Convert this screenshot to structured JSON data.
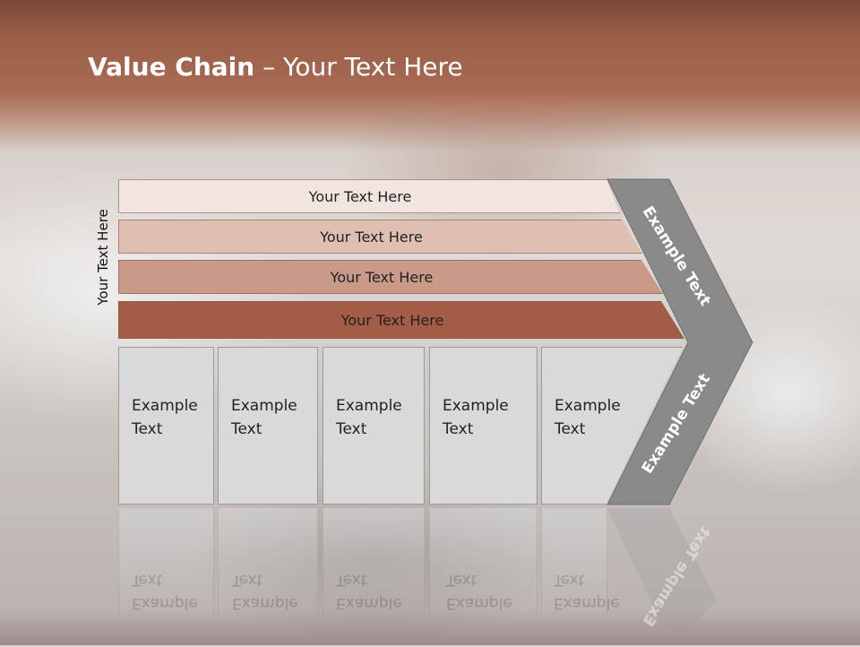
{
  "title": {
    "bold": "Value Chain",
    "rest": " – Your Text Here"
  },
  "side_label": "Your Text Here",
  "rows": [
    {
      "label": "Your Text Here",
      "fill": "#f2e4df"
    },
    {
      "label": "Your Text Here",
      "fill": "#e0bfb3"
    },
    {
      "label": "Your Text Here",
      "fill": "#c99a88"
    },
    {
      "label": "Your Text Here",
      "fill": "#a35c46"
    }
  ],
  "columns": [
    {
      "line1": "Example",
      "line2": "Text"
    },
    {
      "line1": "Example",
      "line2": "Text"
    },
    {
      "line1": "Example",
      "line2": "Text"
    },
    {
      "line1": "Example",
      "line2": "Text"
    },
    {
      "line1": "Example",
      "line2": "Text"
    }
  ],
  "chevron": {
    "upper": "Example Text",
    "lower": "Example Text",
    "fill": "#8a8a8a"
  },
  "colors": {
    "band": "#a96a52",
    "column_fill": "#d9d9d9"
  }
}
